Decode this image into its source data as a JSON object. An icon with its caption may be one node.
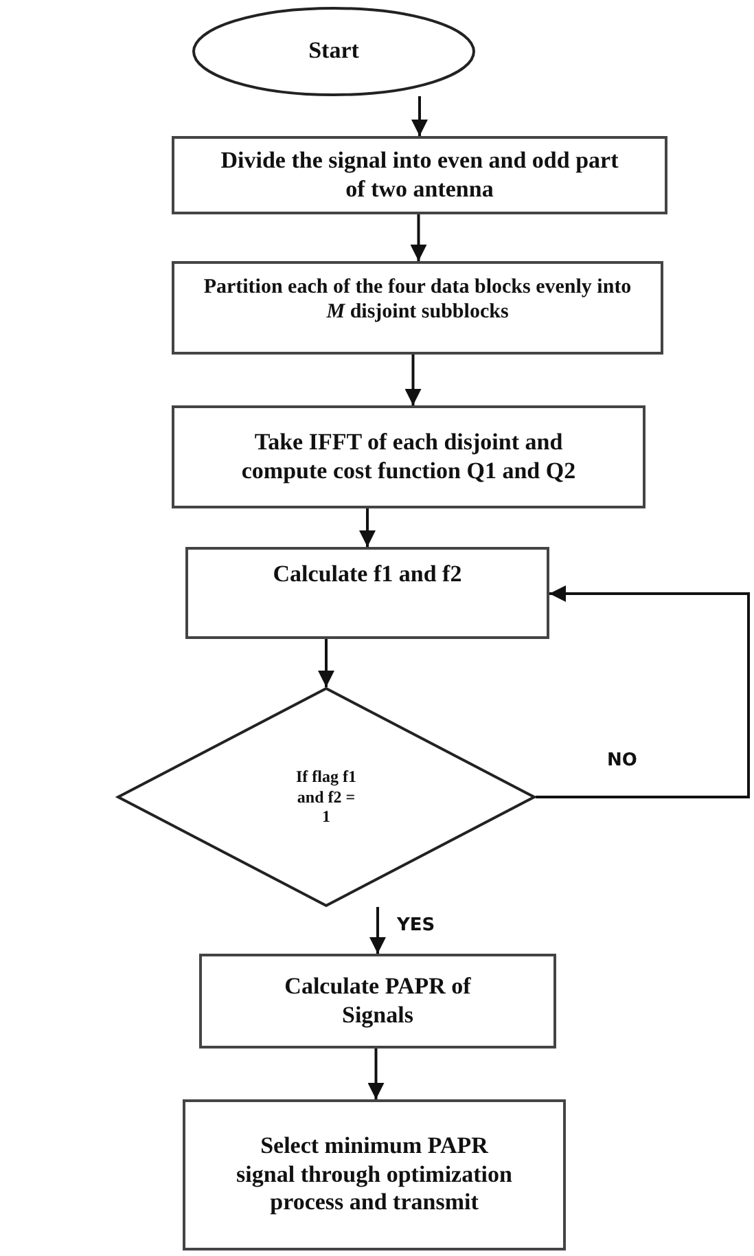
{
  "diagram": {
    "nodes": [
      {
        "text": [
          "Start"
        ]
      },
      {
        "text": [
          "Divide the signal  into even and odd part of two antenna"
        ]
      },
      {
        "text": [
          "Partition each of the four data blocks evenly into *M* disjoint subblocks"
        ]
      },
      {
        "text": [
          "Take IFFT of each disjoint and compute cost function Q1 and Q2"
        ]
      },
      {
        "text": [
          "Calculate f1 and f2"
        ]
      },
      {
        "text": [
          "If flag f1 and f2 = 1"
        ]
      },
      {
        "text": [
          "Calculate PAPR of Signals"
        ]
      },
      {
        "text": [
          "Select minimum PAPR signal through optimization process and transmit"
        ]
      }
    ],
    "edges": [
      {
        "from": 0,
        "to": 1,
        "arrow": "to"
      },
      {
        "from": 1,
        "to": 2,
        "arrow": "to"
      },
      {
        "from": 2,
        "to": 3,
        "arrow": "to"
      },
      {
        "from": 3,
        "to": 4,
        "arrow": "to"
      },
      {
        "from": 4,
        "to": 5,
        "arrow": "to"
      },
      {
        "from": 5,
        "to": 4,
        "arrow": "to",
        "label": "NO"
      },
      {
        "from": 5,
        "to": 6,
        "arrow": "to",
        "label": "YES"
      },
      {
        "from": 6,
        "to": 7,
        "arrow": "to"
      }
    ]
  }
}
